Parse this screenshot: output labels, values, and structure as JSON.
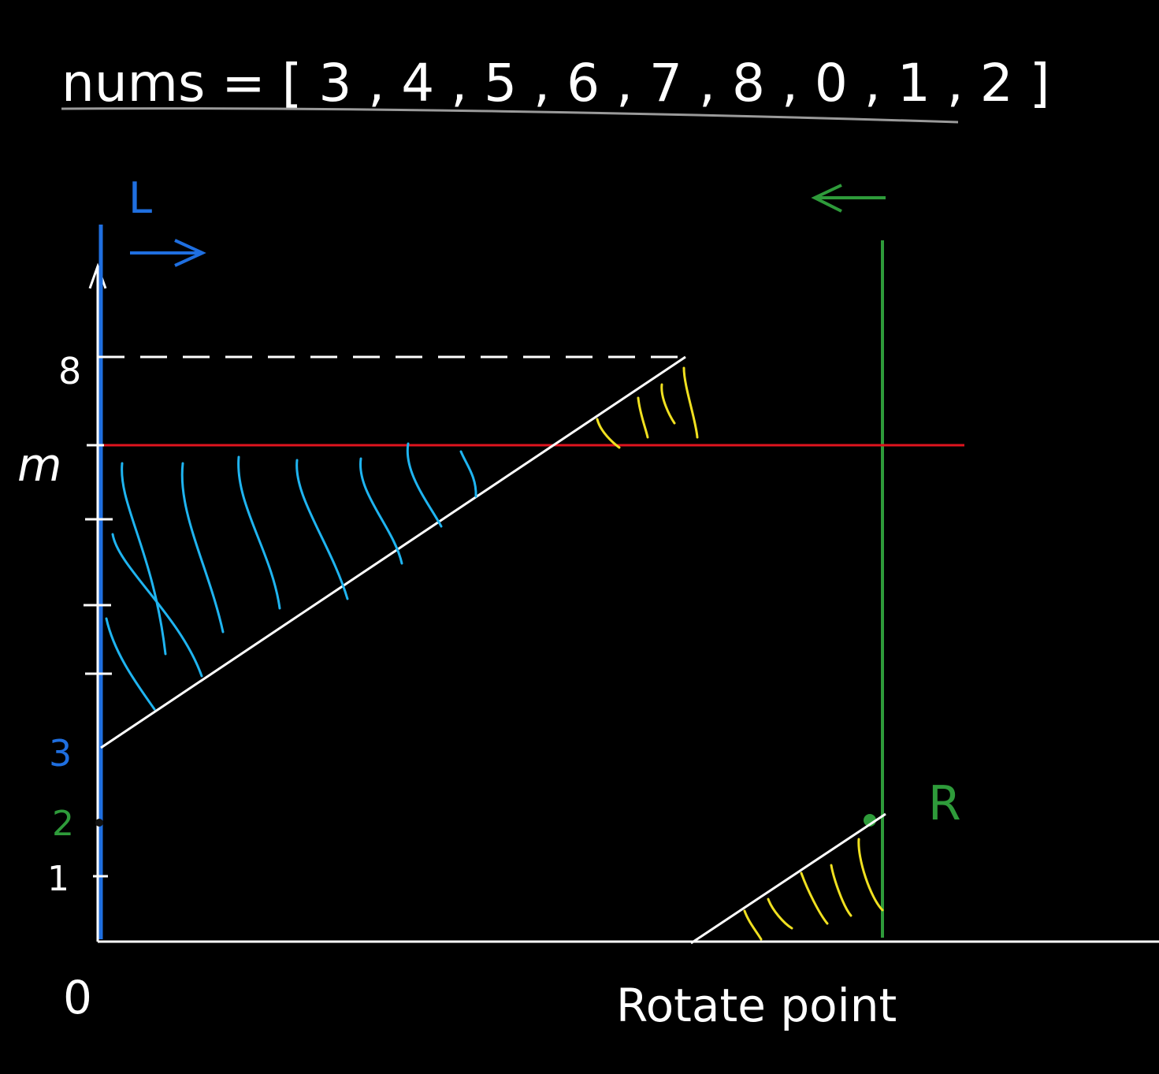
{
  "title": {
    "text": "nums = [ 3 , 4 , 5 , 6 , 7 , 8 , 0 , 1 , 2 ]"
  },
  "labels": {
    "left_pointer": "L",
    "right_pointer": "R",
    "mid": "m",
    "origin": "0",
    "rotate_point": "Rotate point",
    "tick_8": "8",
    "tick_3": "3",
    "tick_2": "2",
    "tick_1": "1"
  },
  "colors": {
    "background": "#000000",
    "axis": "#ffffff",
    "left_pointer": "#1f6fe0",
    "right_pointer": "#2e9b3a",
    "mid_line": "#e0141e",
    "left_hatch": "#1fb4f0",
    "right_hatch": "#f0e020"
  },
  "icons": {
    "left_arrow": "arrow-right-icon",
    "right_arrow": "arrow-left-icon"
  }
}
